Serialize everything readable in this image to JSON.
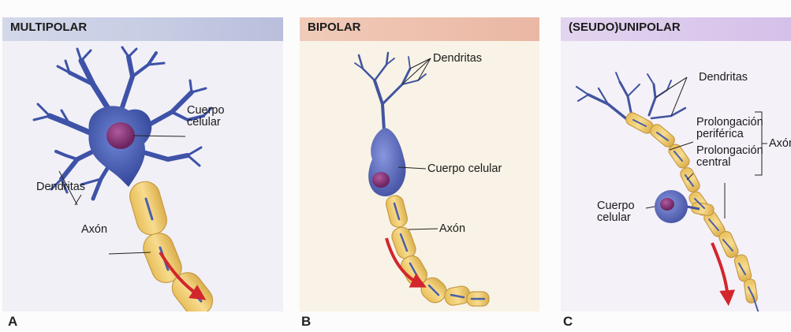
{
  "panels": {
    "a": {
      "title": "MULTIPOLAR",
      "letter": "A",
      "labels": {
        "cell_body_line1": "Cuerpo",
        "cell_body_line2": "celular",
        "dendrites": "Dendritas",
        "axon": "Axón"
      }
    },
    "b": {
      "title": "BIPOLAR",
      "letter": "B",
      "labels": {
        "dendrites": "Dendritas",
        "cell_body": "Cuerpo celular",
        "axon": "Axón"
      }
    },
    "c": {
      "title": "(SEUDO)UNIPOLAR",
      "letter": "C",
      "labels": {
        "dendrites": "Dendritas",
        "peripheral_line1": "Prolongación",
        "peripheral_line2": "periférica",
        "central_line1": "Prolongación",
        "central_line2": "central",
        "axon_side": "Axón",
        "cell_body_line1": "Cuerpo",
        "cell_body_line2": "celular"
      }
    }
  },
  "colors": {
    "soma": "#4a5fb5",
    "nucleus": "#7a2f6a",
    "myelin": "#f1cf76",
    "myelin_edge": "#caa24a",
    "arrow": "#d3262c"
  }
}
